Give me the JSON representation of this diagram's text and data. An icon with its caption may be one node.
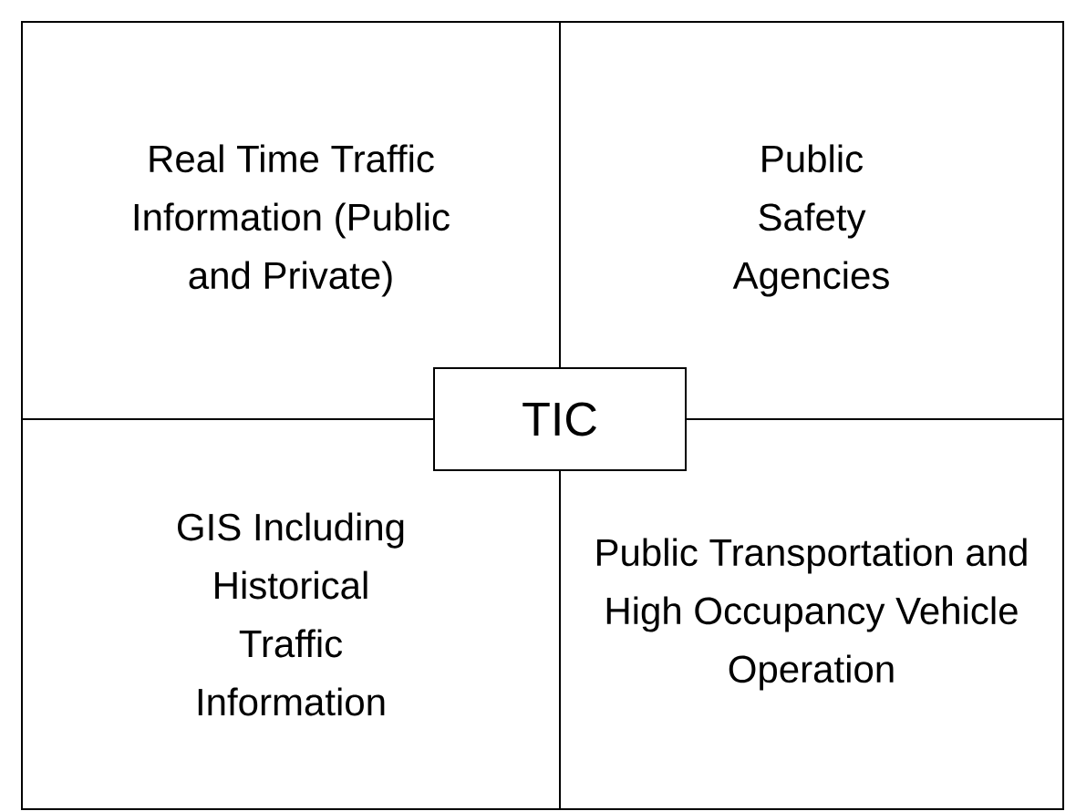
{
  "diagram": {
    "nodes": [
      {
        "text": [
          "Real Time Traffic Information (Public and Private)"
        ]
      },
      {
        "text": [
          "Public Safety Agencies"
        ]
      },
      {
        "text": [
          "GIS Including Historical Traffic Information"
        ]
      },
      {
        "text": [
          "Public Transportation and High Occupancy Vehicle Operation"
        ]
      },
      {
        "text": [
          "TIC"
        ]
      }
    ]
  }
}
